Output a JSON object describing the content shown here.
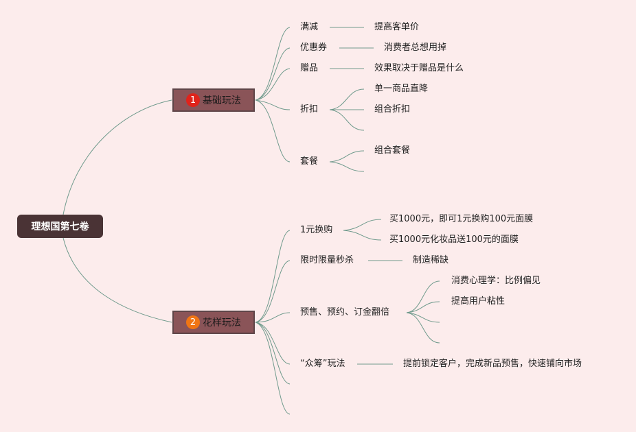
{
  "root": "理想国第七卷",
  "branches": [
    {
      "badge": "1",
      "label": "基础玩法",
      "children": [
        {
          "label": "满减",
          "sub": [
            "提高客单价"
          ]
        },
        {
          "label": "优惠券",
          "sub": [
            "消费者总想用掉"
          ]
        },
        {
          "label": "赠品",
          "sub": [
            "效果取决于赠品是什么"
          ]
        },
        {
          "label": "折扣",
          "sub": [
            "单一商品直降",
            "组合折扣"
          ]
        },
        {
          "label": "套餐",
          "sub": [
            "组合套餐"
          ]
        }
      ]
    },
    {
      "badge": "2",
      "label": "花样玩法",
      "children": [
        {
          "label": "1元换购",
          "sub": [
            "买1000元，即可1元换购100元面膜",
            "买1000元化妆品送100元的面膜"
          ]
        },
        {
          "label": "限时限量秒杀",
          "sub": [
            "制造稀缺"
          ]
        },
        {
          "label": "预售、预约、订金翻倍",
          "sub": [
            "消费心理学：比例偏见",
            "提高用户粘性"
          ]
        },
        {
          "label": "“众筹”玩法",
          "sub": [
            "提前锁定客户，完成新品预售，快速铺向市场"
          ]
        }
      ]
    }
  ],
  "colors": {
    "background": "#fcecec",
    "root": "#4a3335",
    "branch": "#8a5458",
    "badge_1": "#e0231b",
    "badge_2": "#f07514",
    "connector": "#6f9a8c"
  }
}
